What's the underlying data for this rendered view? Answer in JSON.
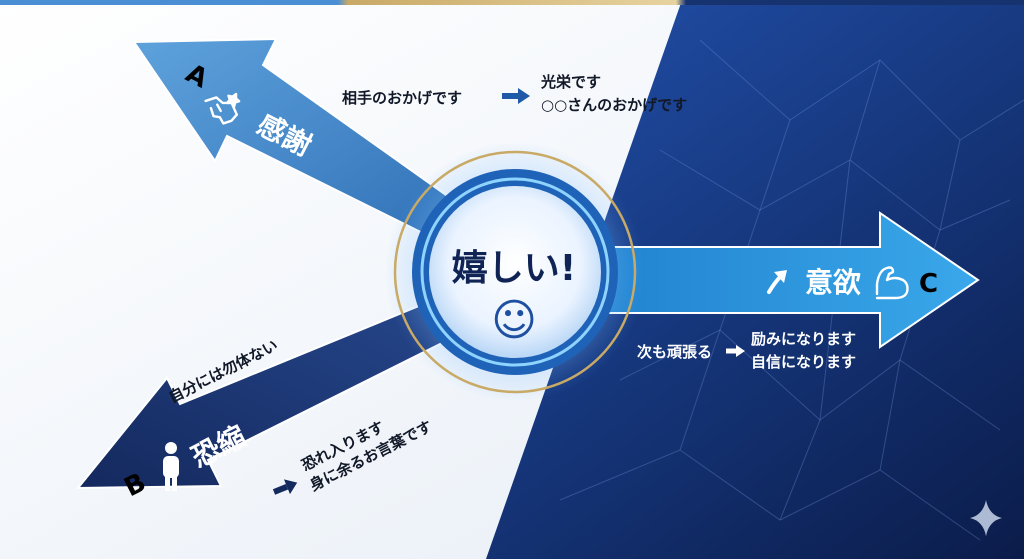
{
  "center": {
    "title": "嬉しい!",
    "face": "☺"
  },
  "branches": {
    "a": {
      "letter": "A",
      "label": "感謝",
      "icon": "handshake-icon",
      "phrase_before": "相手のおかげです",
      "phrase_after_1": "光栄です",
      "phrase_after_2": "○○さんのおかげです"
    },
    "b": {
      "letter": "B",
      "label": "恐縮",
      "icon": "bowing-person-icon",
      "phrase_before": "自分には勿体ない",
      "phrase_after_1": "恐れ入ります",
      "phrase_after_2": "身に余るお言葉です"
    },
    "c": {
      "letter": "C",
      "label": "意欲",
      "icon": "flexed-bicep-icon",
      "phrase_before": "次も頑張る",
      "phrase_after_1": "励みになります",
      "phrase_after_2": "自信になります"
    }
  },
  "colors": {
    "light_background": "#eef3f9",
    "dark_background": "#102a66",
    "arrow_a": "#3f86c8",
    "arrow_b": "#1c3a78",
    "arrow_c": "#2b97dd",
    "gold": "#c9a966"
  }
}
